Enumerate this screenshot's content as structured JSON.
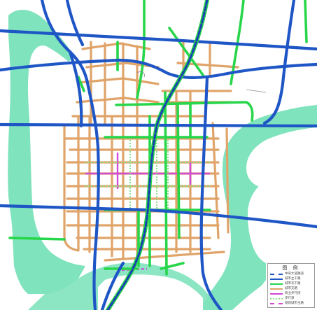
{
  "colors": {
    "background": "#ffffff",
    "water": "#7fe3bd",
    "expressway": "#1f56c6",
    "trunk_road": "#1f56c6",
    "urban_trunk": "#27d64a",
    "urban_secondary": "#e0a46a",
    "pedestrian": "#d24ad6",
    "rail": "#1a3fb5"
  },
  "legend": {
    "title": "图 例",
    "items": [
      {
        "label": "中央大道隧道",
        "icon": "dashed-blue-line",
        "color": "#1f56c6",
        "style": "dashed"
      },
      {
        "label": "城市主干路",
        "icon": "blue-line",
        "color": "#1f56c6",
        "style": "solid"
      },
      {
        "label": "城市次干路",
        "icon": "green-line",
        "color": "#27d64a",
        "style": "solid"
      },
      {
        "label": "城市支路",
        "icon": "orange-line",
        "color": "#e0a46a",
        "style": "solid"
      },
      {
        "label": "商业步行街",
        "icon": "magenta-line",
        "color": "#d24ad6",
        "style": "solid"
      },
      {
        "label": "步行道",
        "icon": "dotted-green-line",
        "color": "#8ee08a",
        "style": "dotted"
      },
      {
        "label": "规划城市主路",
        "icon": "dashed-magenta-line",
        "color": "#d24ad6",
        "style": "dashed"
      }
    ]
  }
}
